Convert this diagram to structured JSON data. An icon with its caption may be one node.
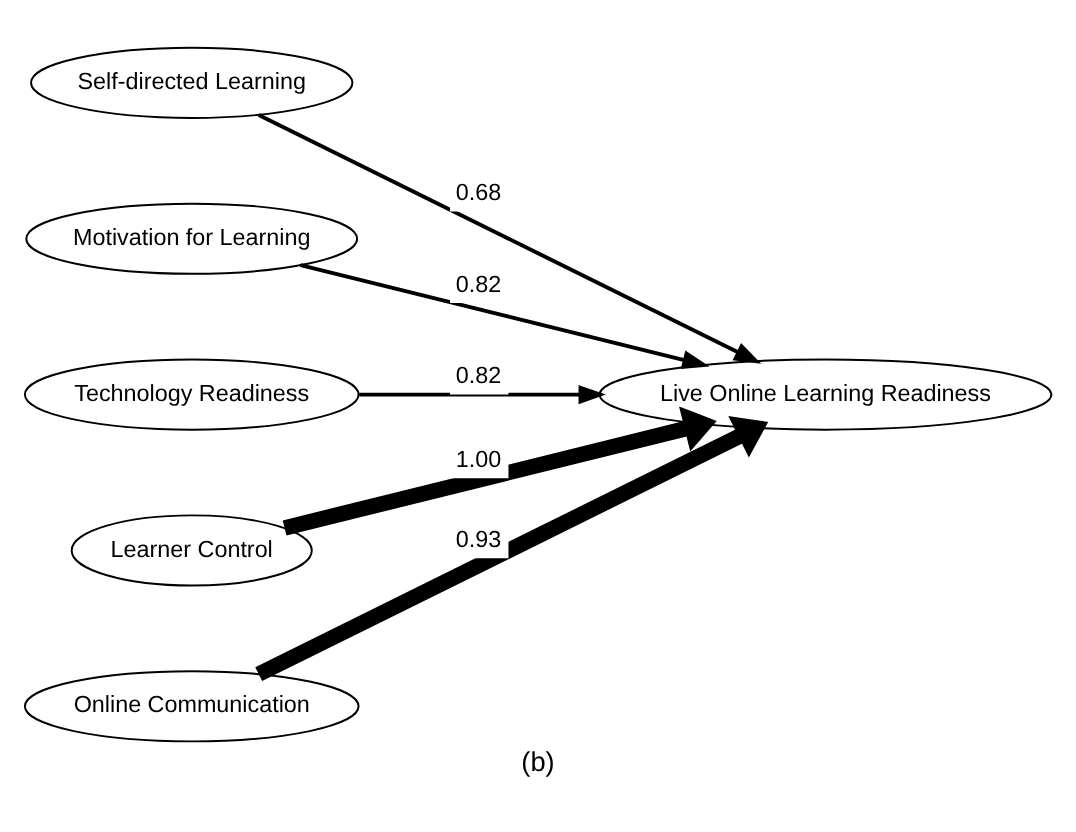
{
  "diagram": {
    "caption": "(b)",
    "nodes": [
      {
        "text": [
          "Self-directed Learning"
        ]
      },
      {
        "text": [
          "Motivation for Learning"
        ]
      },
      {
        "text": [
          "Technology Readiness"
        ]
      },
      {
        "text": [
          "Learner Control"
        ]
      },
      {
        "text": [
          "Online Communication"
        ]
      },
      {
        "text": [
          "Live Online Learning Readiness"
        ]
      }
    ],
    "edges": [
      {
        "from": 0,
        "to": 5,
        "arrow": "to",
        "label": "0.68"
      },
      {
        "from": 1,
        "to": 5,
        "arrow": "to",
        "label": "0.82"
      },
      {
        "from": 2,
        "to": 5,
        "arrow": "to",
        "label": "0.82"
      },
      {
        "from": 3,
        "to": 5,
        "arrow": "to",
        "label": "1.00",
        "style": "thick"
      },
      {
        "from": 4,
        "to": 5,
        "arrow": "to",
        "label": "0.93",
        "style": "thick"
      }
    ]
  }
}
